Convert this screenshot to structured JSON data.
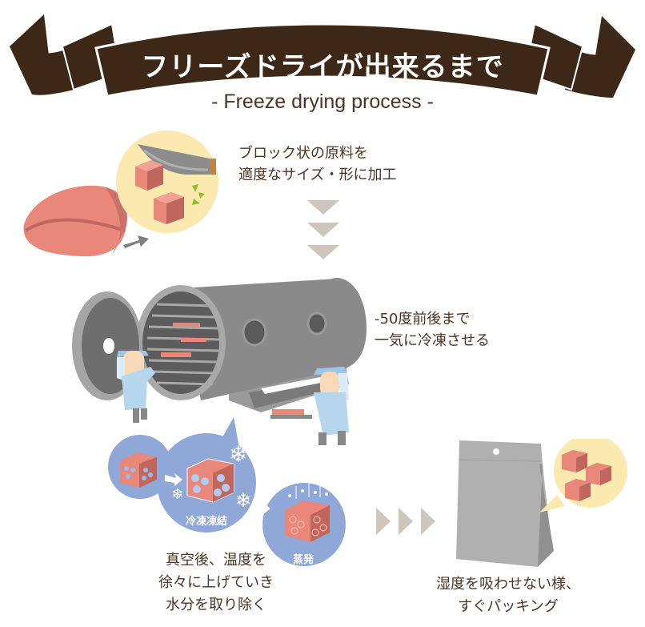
{
  "header": {
    "title": "フリーズドライが出来るまで",
    "subtitle": "- Freeze drying process -",
    "ribbon_color": "#3d2716"
  },
  "steps": [
    {
      "id": "cutting",
      "lines": [
        "ブロック状の原料を",
        "適度なサイズ・形に加工"
      ],
      "icons": [
        "meat-block-icon",
        "knife-icon",
        "cube-icon",
        "arrow-right-icon"
      ]
    },
    {
      "id": "freezing",
      "lines": [
        "-50度前後まで",
        "一気に冷凍させる"
      ],
      "icons": [
        "vacuum-chamber-icon",
        "worker-icon",
        "tray-icon"
      ]
    },
    {
      "id": "drying",
      "lines": [
        "真空後、温度を",
        "徐々に上げていき",
        "水分を取り除く"
      ],
      "bubbles": [
        {
          "label": ""
        },
        {
          "label": "冷凍凍結"
        },
        {
          "label": "蒸発"
        }
      ]
    },
    {
      "id": "packing",
      "lines": [
        "湿度を吸わせない様、",
        "すぐパッキング"
      ],
      "icons": [
        "package-bag-icon",
        "cube-icon"
      ]
    }
  ],
  "colors": {
    "text": "#4a3526",
    "meat": "#e8877a",
    "meat_dark": "#c0665c",
    "highlight_circle": "#fbe9b0",
    "bubble_blue": "#8fa8d8",
    "machine_gray": "#8a8a8a",
    "arrow_taupe": "#cdc6bc",
    "worker_blue": "#b6d6ee"
  }
}
